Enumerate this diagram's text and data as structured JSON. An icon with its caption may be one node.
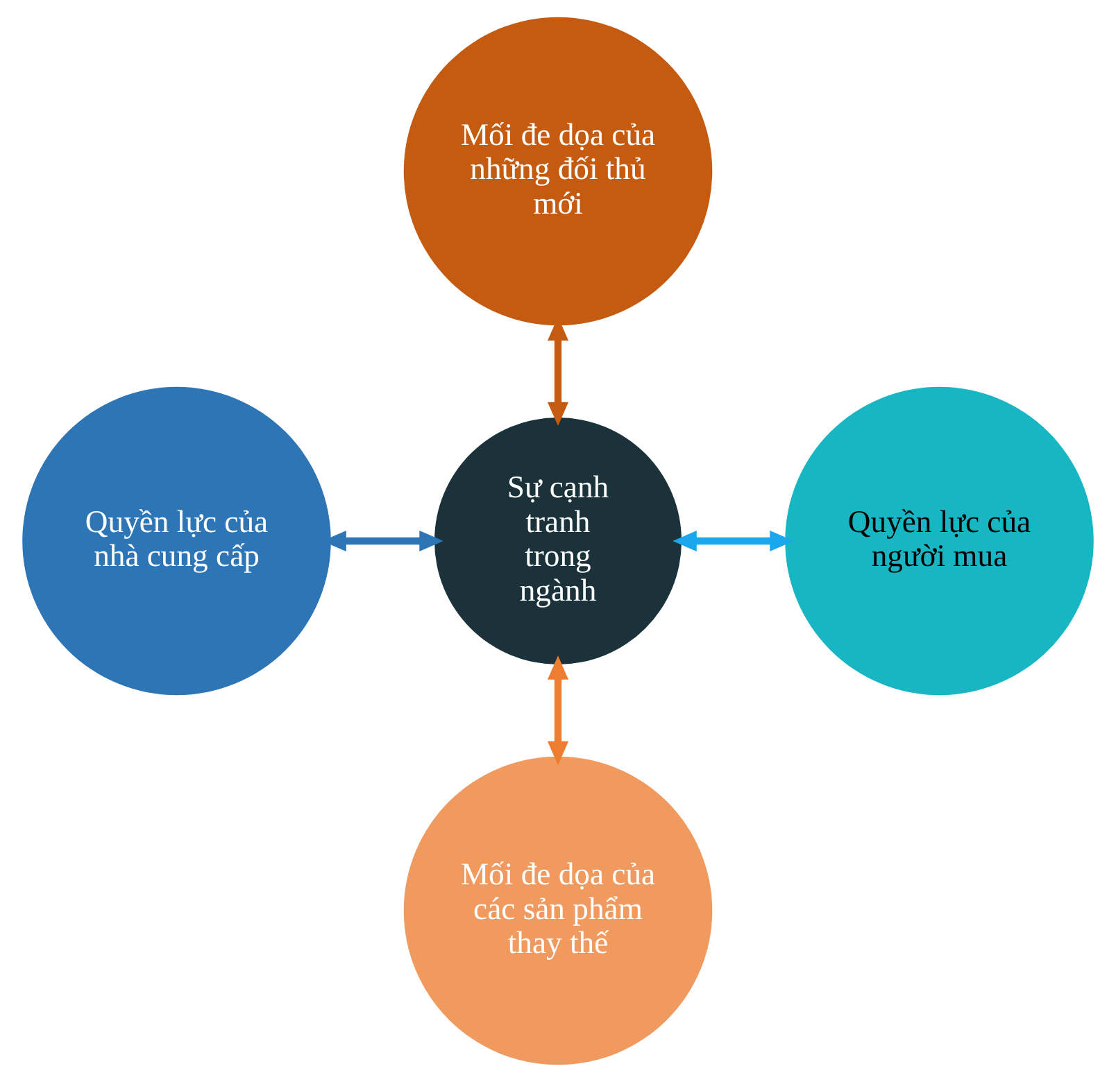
{
  "diagram": {
    "nodes": [
      {
        "text": [
          "Mối đe dọa của những đối thủ mới"
        ]
      },
      {
        "text": [
          "Quyền lực của nhà cung cấp"
        ]
      },
      {
        "text": [
          "Sự cạnh tranh trong ngành"
        ]
      },
      {
        "text": [
          "Quyền lực của người mua"
        ]
      },
      {
        "text": [
          "Mối đe dọa của các sản phẩm thay thế"
        ]
      }
    ],
    "edges": [
      {
        "from": 0,
        "to": 2,
        "arrow": "both",
        "color": "#c55a11"
      },
      {
        "from": 1,
        "to": 2,
        "arrow": "both",
        "color": "#2e75b6"
      },
      {
        "from": 2,
        "to": 3,
        "arrow": "both",
        "color": "#1aa7ec"
      },
      {
        "from": 2,
        "to": 4,
        "arrow": "both",
        "color": "#ed7d31"
      }
    ]
  }
}
